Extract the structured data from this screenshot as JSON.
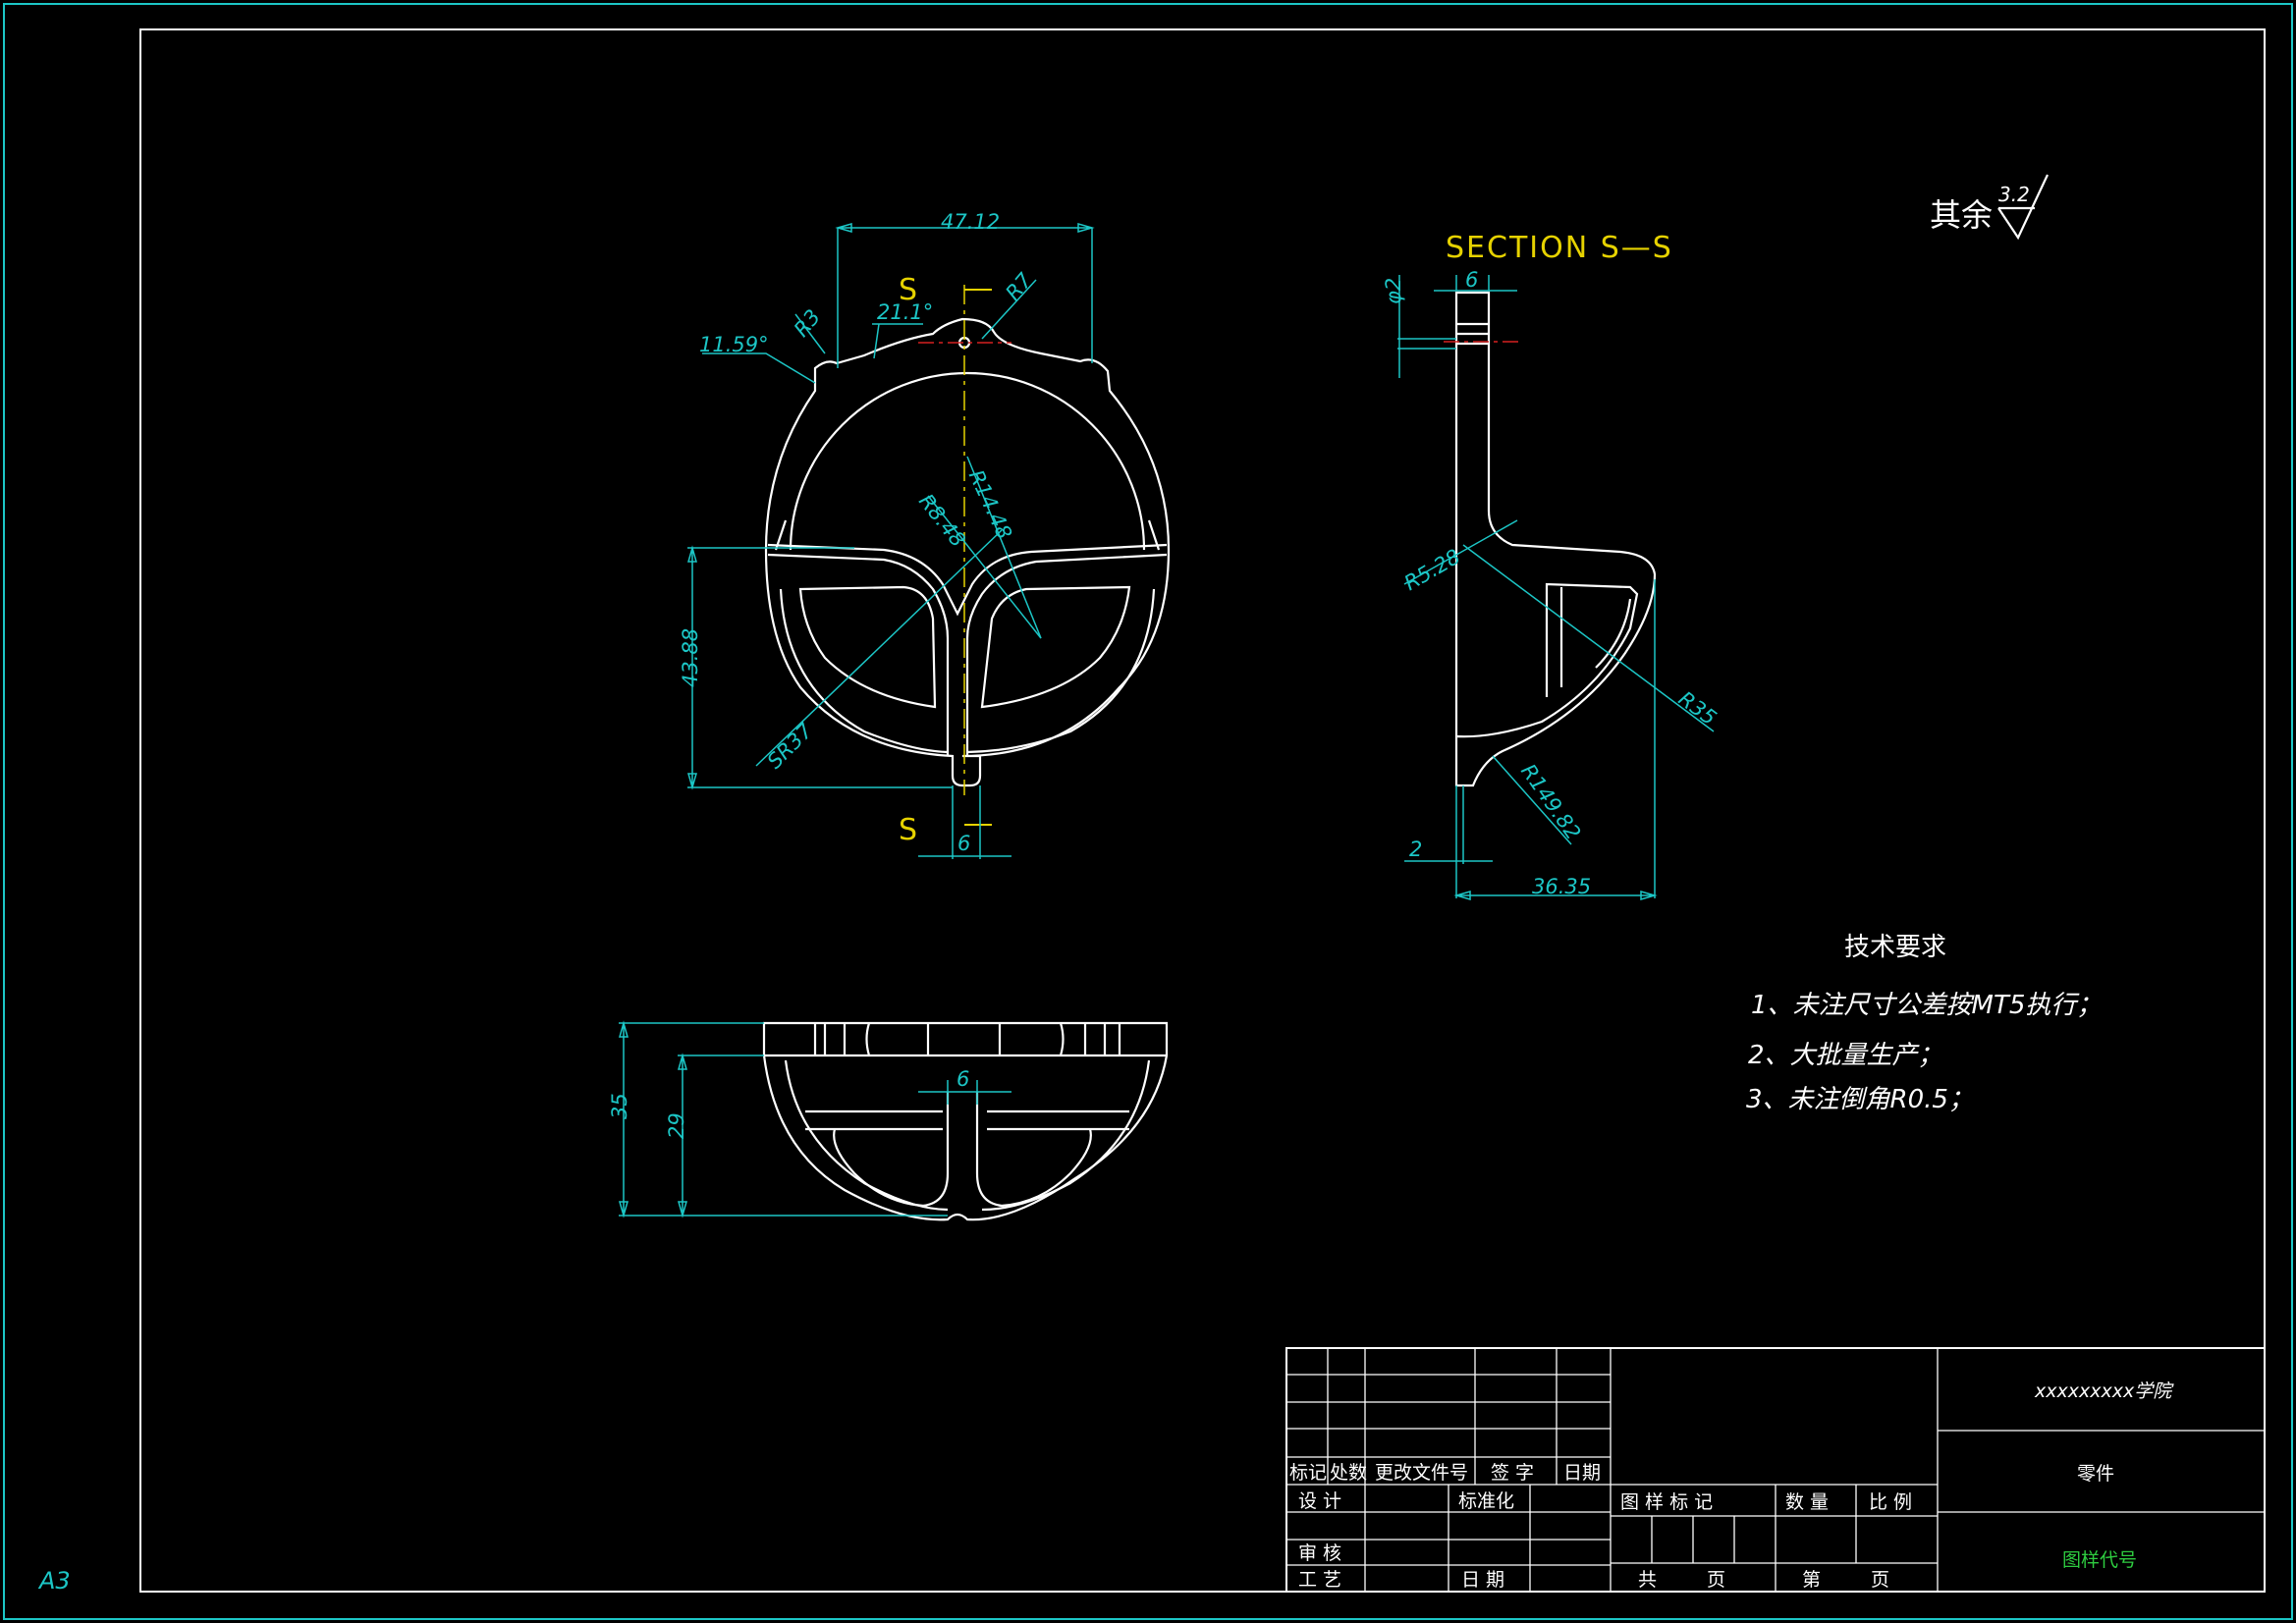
{
  "sheet": {
    "size_label": "A3"
  },
  "colors": {
    "background": "#000000",
    "part": "#ffffff",
    "dimension": "#1cc6c6",
    "section": "#e6d200",
    "centerline": "#d62020",
    "drawing_no": "#2ecc40"
  },
  "roughness": {
    "label": "其余",
    "value": "3.2"
  },
  "views": {
    "front": {
      "section_marker": "S",
      "dims": {
        "width": "47.12",
        "angle_top": "21.1°",
        "angle_side": "11.59°",
        "r_ear": "R3",
        "r_hook": "R7",
        "r_inner": "R14.48",
        "r_mid": "R8.48",
        "height": "43.88",
        "sphere": "SR37",
        "stem": "6"
      }
    },
    "section": {
      "title": "SECTION S—S",
      "dims": {
        "hole": "φ2",
        "top": "6",
        "r_fillet": "R5.28",
        "r_outer": "R35",
        "r_curve": "R149.82",
        "base": "2",
        "depth": "36.35"
      }
    },
    "bottom": {
      "dims": {
        "height_total": "35",
        "height_inner": "29",
        "stem": "6"
      }
    }
  },
  "tech_requirements": {
    "title": "技术要求",
    "items": [
      "1、未注尺寸公差按MT5执行；",
      "2、大批量生产；",
      "3、未注倒角R0.5；"
    ]
  },
  "title_block": {
    "headers": {
      "mark": "标记",
      "count": "处数",
      "change_doc": "更改文件号",
      "signature": "签 字",
      "date": "日期"
    },
    "design": "设 计",
    "standardization": "标准化",
    "review": "审 核",
    "process": "工 艺",
    "date2": "日 期",
    "drawing_mark": "图 样 标 记",
    "quantity": "数 量",
    "scale": "比 例",
    "total": "共",
    "page_unit": "页",
    "page_no": "第",
    "school": "xxxxxxxxx学院",
    "part_name": "零件",
    "drawing_code": "图样代号"
  }
}
